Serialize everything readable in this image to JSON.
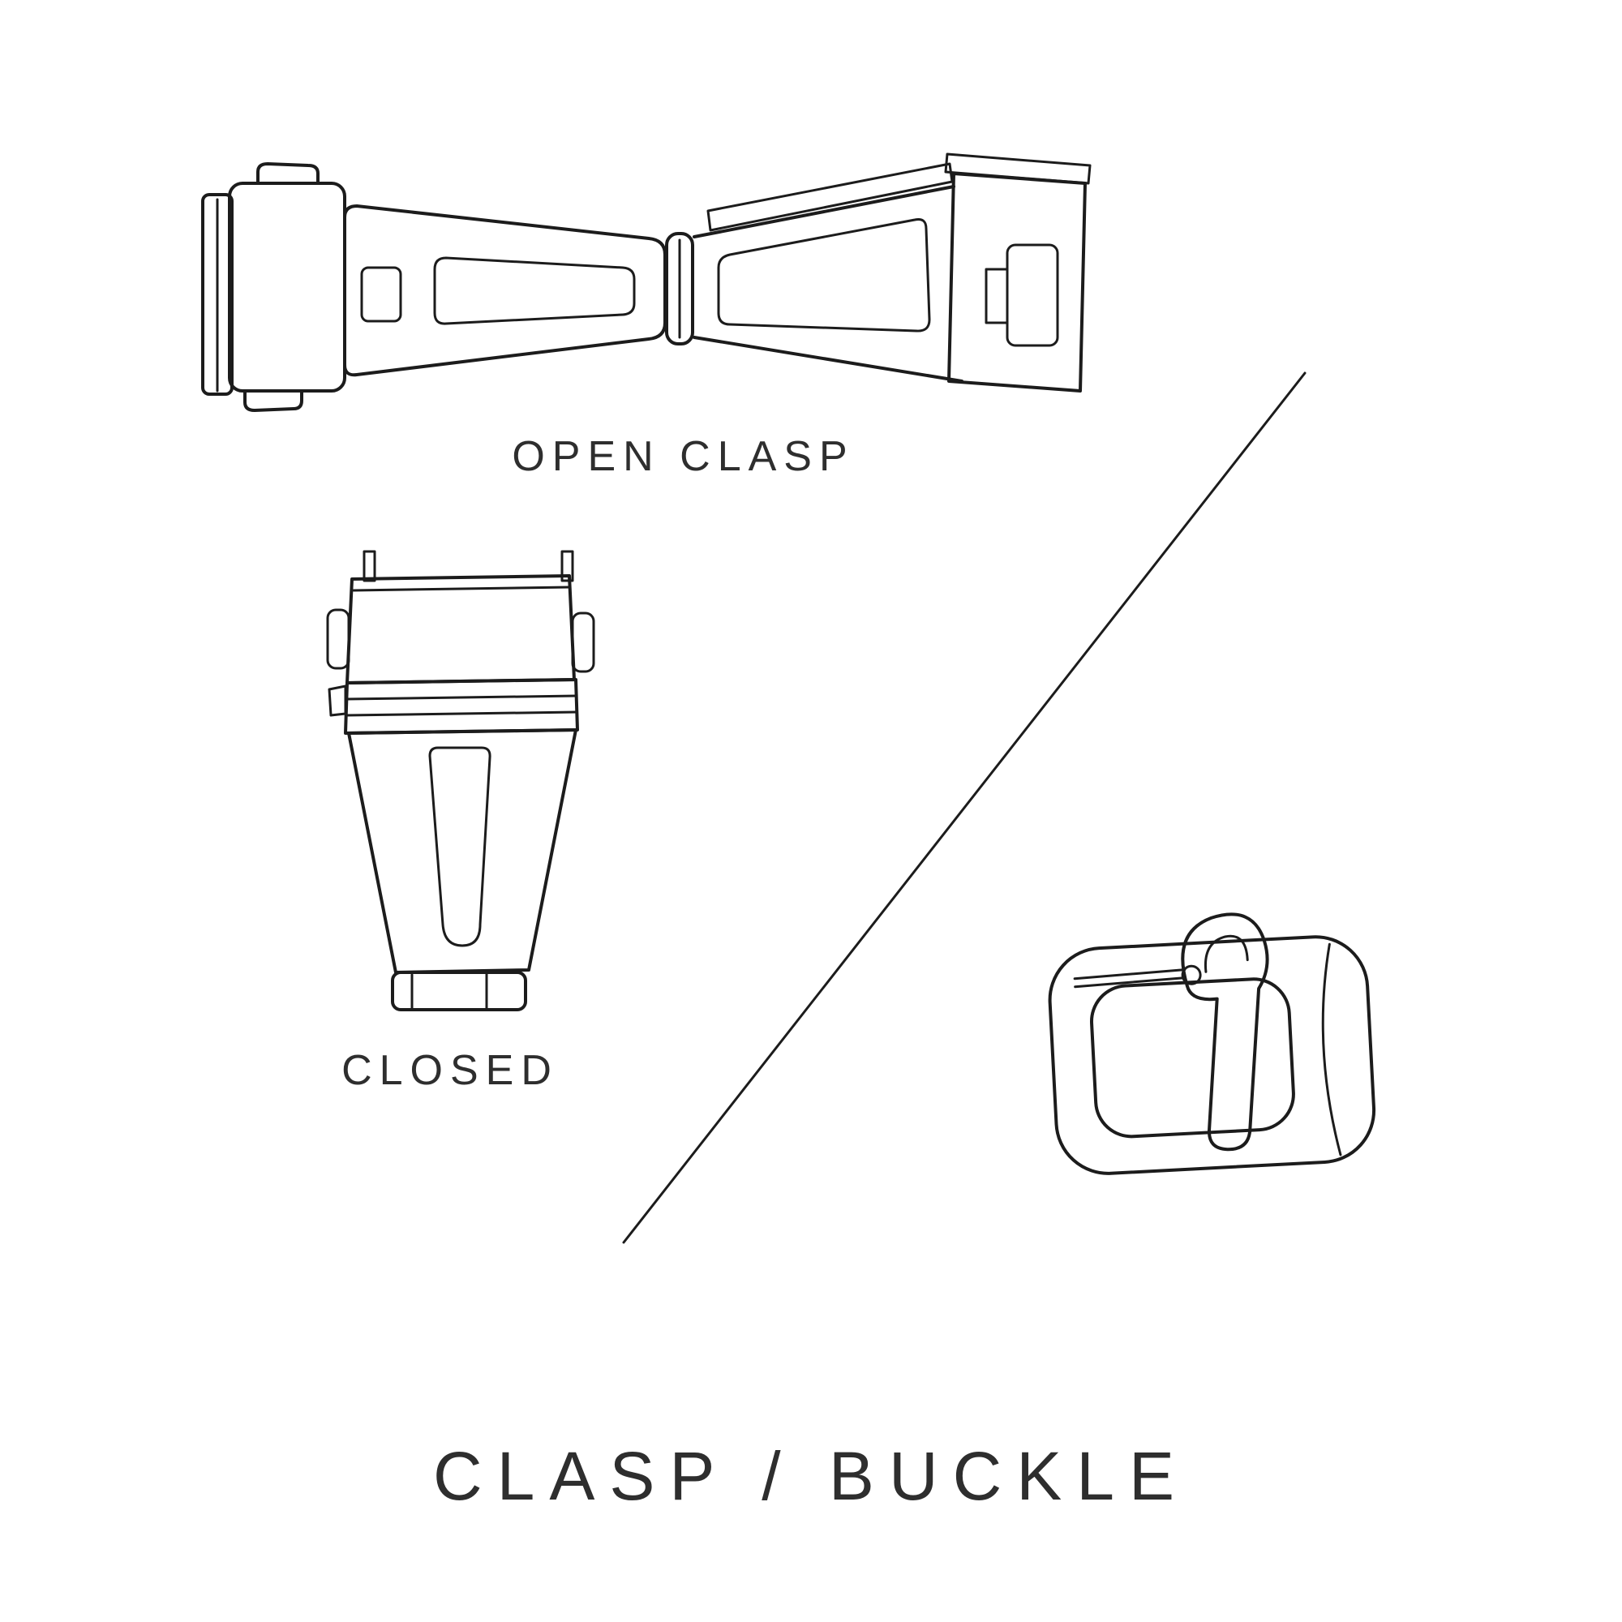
{
  "page": {
    "background_color": "#ffffff",
    "line_color": "#1c1c1c",
    "text_color": "#2e2e2e"
  },
  "figure": {
    "open_clasp_label": "OPEN CLASP",
    "closed_label": "CLOSED",
    "title": "CLASP / BUCKLE"
  },
  "icons": {
    "open_clasp": "open-clasp-illustration",
    "closed_clasp": "closed-clasp-illustration",
    "buckle": "buckle-illustration",
    "divider": "diagonal-divider-line"
  }
}
